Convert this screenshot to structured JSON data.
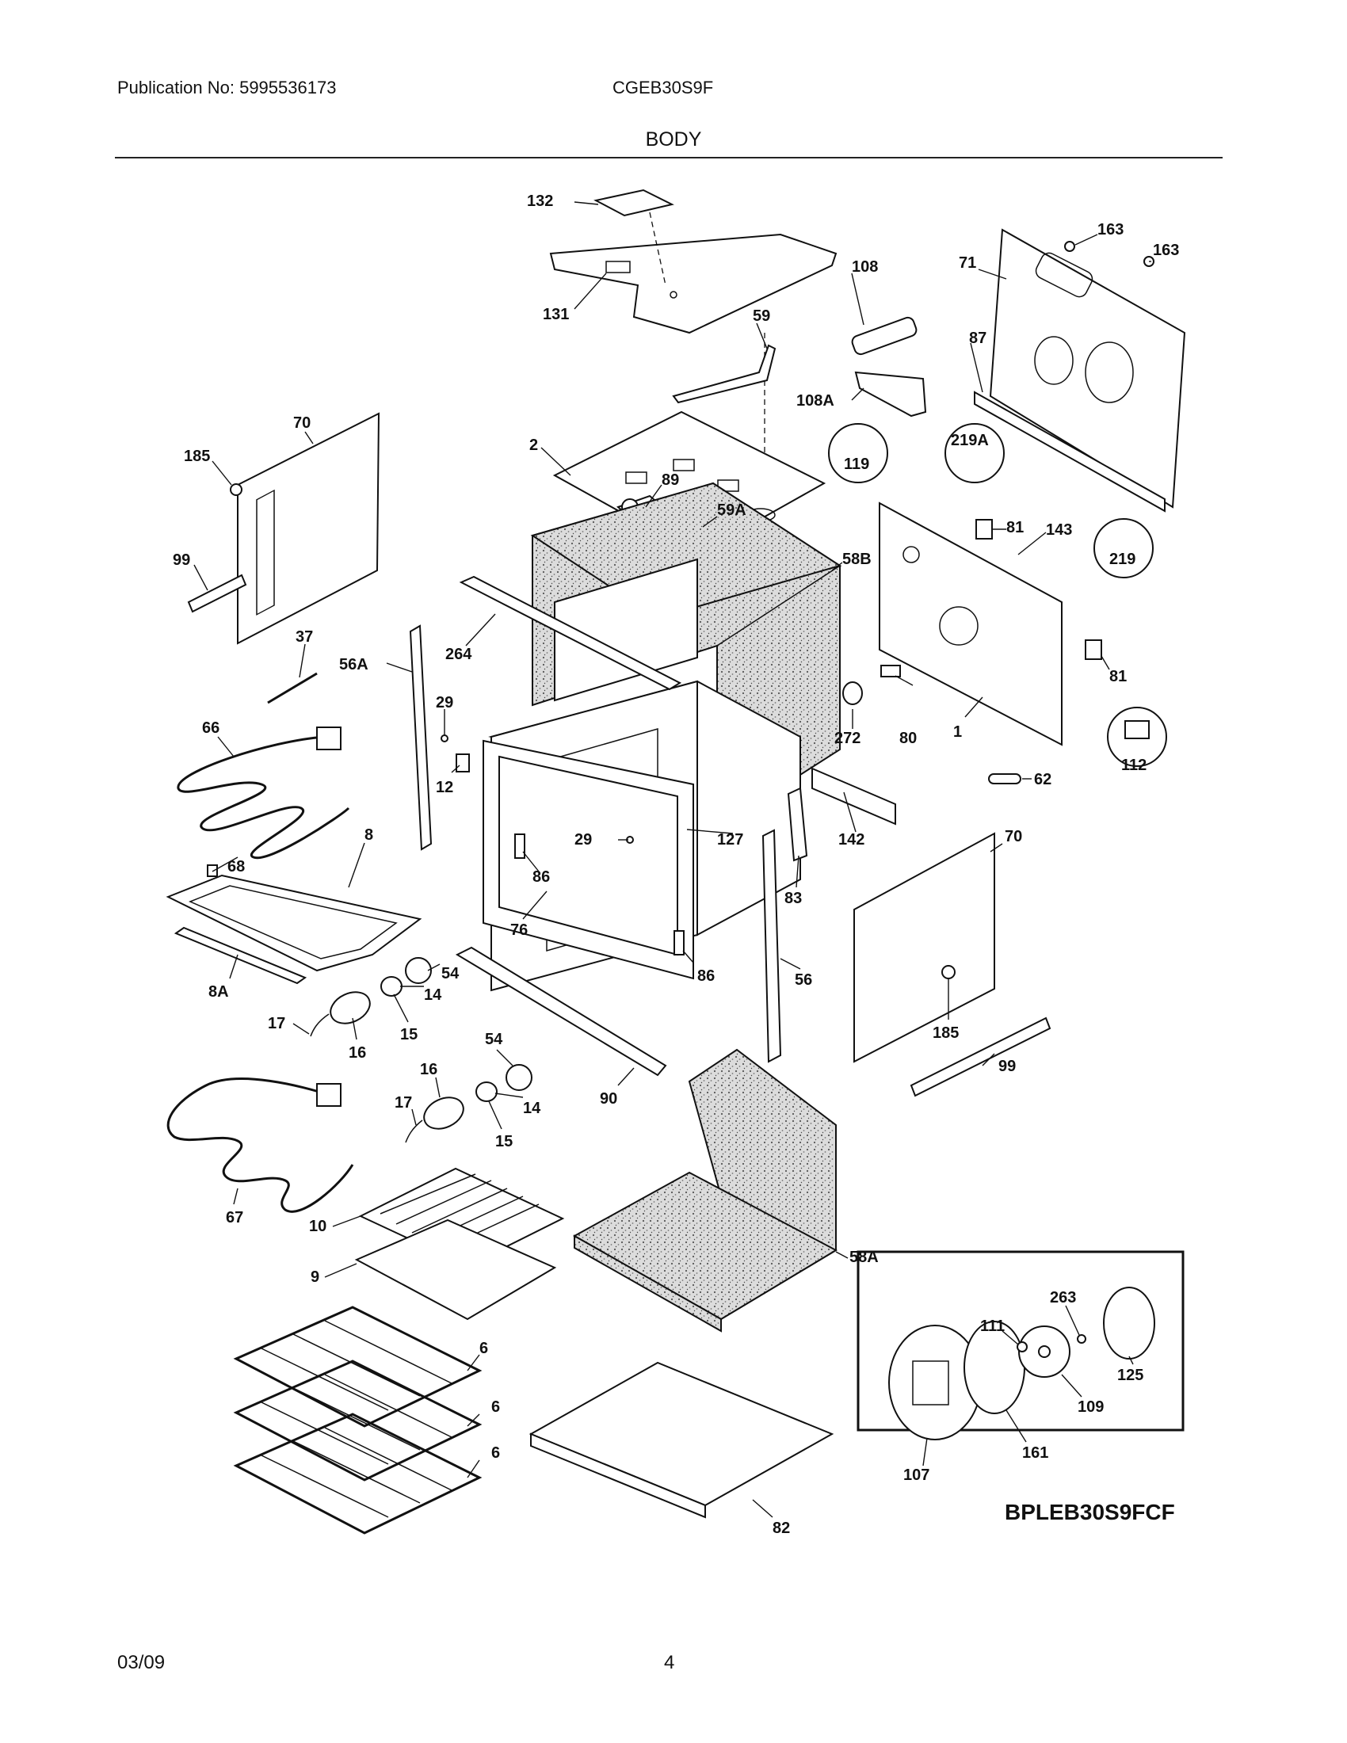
{
  "header": {
    "publication": "Publication No: 5995536173",
    "model": "CGEB30S9F",
    "section": "BODY"
  },
  "footer": {
    "date": "03/09",
    "page": "4"
  },
  "diagram": {
    "code": "BPLEB30S9FCF",
    "callouts": {
      "c132": "132",
      "c131": "131",
      "c59": "59",
      "c108": "108",
      "c108a": "108A",
      "c163a": "163",
      "c163b": "163",
      "c71": "71",
      "c87": "87",
      "c119": "119",
      "c219a": "219A",
      "c219": "219",
      "c81a": "81",
      "c81b": "81",
      "c143": "143",
      "c58b": "58B",
      "c2": "2",
      "c89": "89",
      "c59a": "59A",
      "c70a": "70",
      "c185a": "185",
      "c99a": "99",
      "c37": "37",
      "c56a": "56A",
      "c264": "264",
      "c29a": "29",
      "c12": "12",
      "c66": "66",
      "c68": "68",
      "c8": "8",
      "c8a": "8A",
      "c29b": "29",
      "c127": "127",
      "c86a": "86",
      "c76": "76",
      "c86b": "86",
      "c272": "272",
      "c80": "80",
      "c1": "1",
      "c112": "112",
      "c62": "62",
      "c142": "142",
      "c83": "83",
      "c56": "56",
      "c70b": "70",
      "c185b": "185",
      "c99b": "99",
      "c54a": "54",
      "c14a": "14",
      "c15a": "15",
      "c16a": "16",
      "c17a": "17",
      "c54b": "54",
      "c14b": "14",
      "c15b": "15",
      "c16b": "16",
      "c17b": "17",
      "c90": "90",
      "c67": "67",
      "c10": "10",
      "c9": "9",
      "c58a": "58A",
      "c6a": "6",
      "c6b": "6",
      "c6c": "6",
      "c82": "82",
      "c263": "263",
      "c111": "111",
      "c125": "125",
      "c109": "109",
      "c161": "161",
      "c107": "107"
    }
  }
}
